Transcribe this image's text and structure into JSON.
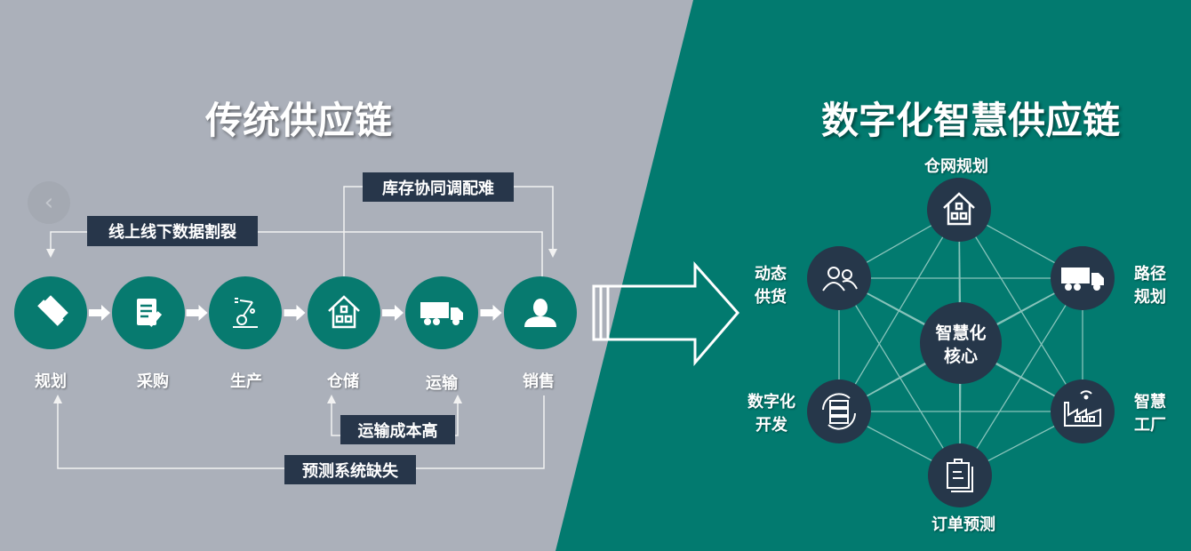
{
  "left": {
    "title": "传统供应链",
    "steps": [
      {
        "label": "规划",
        "icon": "pencil-ruler-icon"
      },
      {
        "label": "采购",
        "icon": "document-edit-icon"
      },
      {
        "label": "生产",
        "icon": "robot-arm-icon"
      },
      {
        "label": "仓储",
        "icon": "warehouse-icon"
      },
      {
        "label": "运输",
        "icon": "truck-icon"
      },
      {
        "label": "销售",
        "icon": "person-icon"
      }
    ],
    "problems": {
      "inventory": "库存协同调配难",
      "data_split": "线上线下数据割裂",
      "transport_cost": "运输成本高",
      "forecast_missing": "预测系统缺失"
    }
  },
  "right": {
    "title": "数字化智慧供应链",
    "core": {
      "line1": "智慧化",
      "line2": "核心"
    },
    "nodes": {
      "top": {
        "label": "仓网规划",
        "icon": "warehouse-icon"
      },
      "upper_left": {
        "line1": "动态",
        "line2": "供货",
        "icon": "users-icon"
      },
      "upper_right": {
        "line1": "路径",
        "line2": "规划",
        "icon": "truck-icon"
      },
      "lower_left": {
        "line1": "数字化",
        "line2": "开发",
        "icon": "server-sync-icon"
      },
      "lower_right": {
        "line1": "智慧",
        "line2": "工厂",
        "icon": "smart-factory-icon"
      },
      "bottom": {
        "label": "订单预测",
        "icon": "clipboard-icon"
      }
    }
  },
  "colors": {
    "left_bg": "#abb0ba",
    "right_bg": "#027a6f",
    "step_circle": "#077a6f",
    "node": "#26374a",
    "callout": "#27364a"
  }
}
